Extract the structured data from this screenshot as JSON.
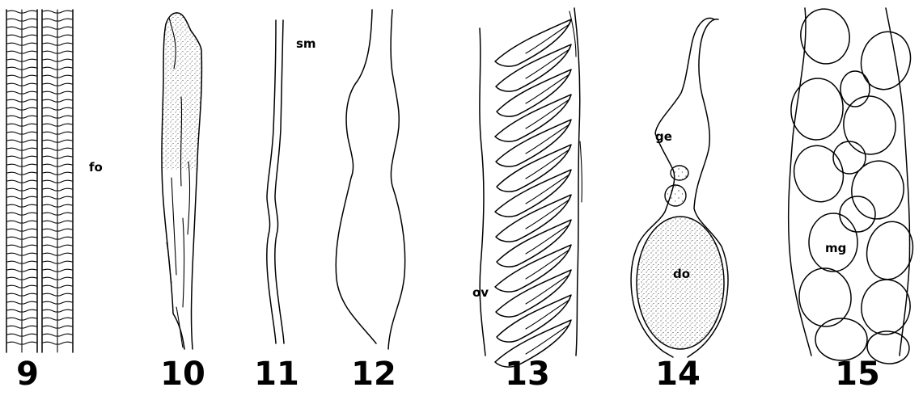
{
  "figures": [
    {
      "number": "9",
      "label": "fo"
    },
    {
      "number": "10",
      "label": ""
    },
    {
      "number": "11",
      "label": "sm"
    },
    {
      "number": "12",
      "label": ""
    },
    {
      "number": "13",
      "label": "ov"
    },
    {
      "number": "14",
      "labels": [
        "ge",
        "do"
      ]
    },
    {
      "number": "15",
      "label": "mg"
    }
  ]
}
